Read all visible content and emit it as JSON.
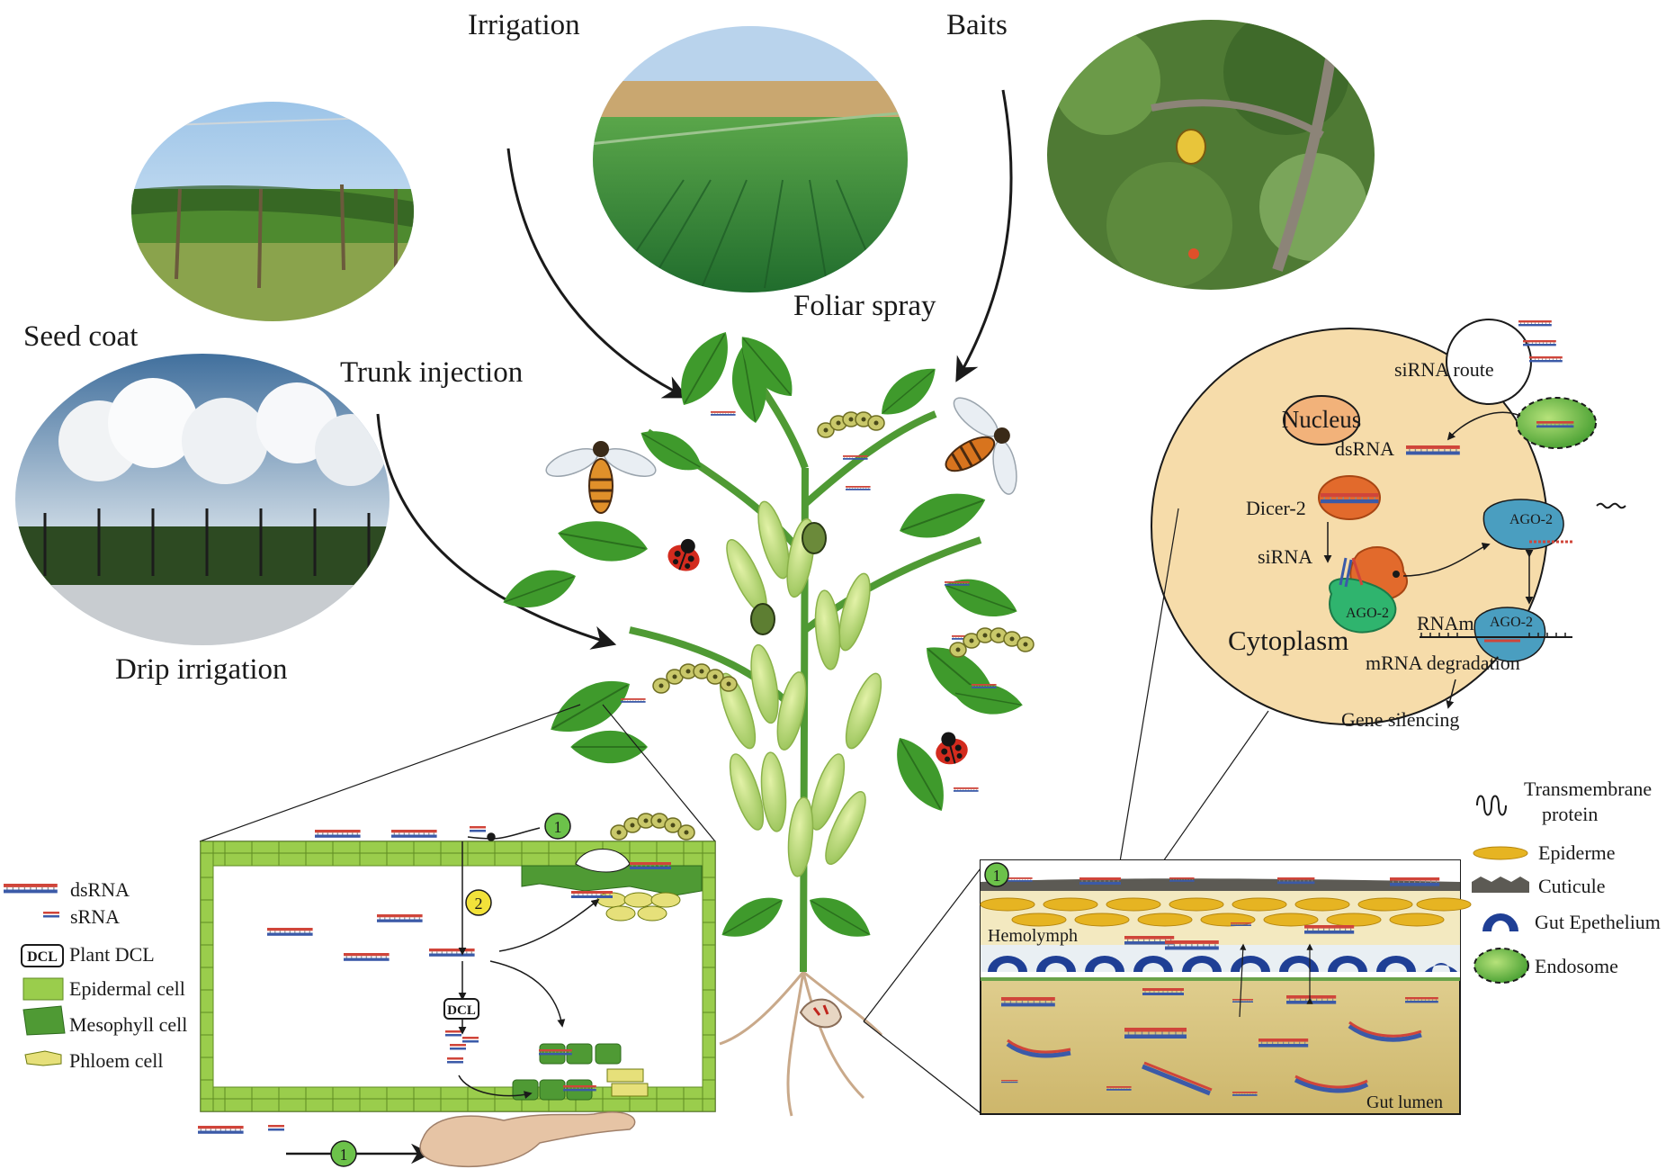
{
  "methods": {
    "irrigation": "Irrigation",
    "baits": "Baits",
    "seed_coat": "Seed coat",
    "trunk_injection": "Trunk injection",
    "foliar_spray": "Foliar spray",
    "drip_irrigation": "Drip irrigation"
  },
  "cell": {
    "sirna_route": "siRNA route",
    "nucleus": "Nucleus",
    "dsrna": "dsRNA",
    "dicer2": "Dicer-2",
    "sirna": "siRNA",
    "ago2_a": "AGO-2",
    "ago2_b": "AGO-2",
    "ago2_c": "AGO-2",
    "rnam": "RNAm",
    "cytoplasm": "Cytoplasm",
    "mrna_degradation": "mRNA degradation",
    "gene_silencing": "Gene silencing"
  },
  "leaf_legend": {
    "dsrna": "dsRNA",
    "srna": "sRNA",
    "dcl_badge": "DCL",
    "plant_dcl": "Plant DCL",
    "epidermal": "Epidermal cell",
    "mesophyll": "Mesophyll cell",
    "phloem": "Phloem cell"
  },
  "leaf_steps": {
    "one_a": "1",
    "two": "2",
    "one_b": "1",
    "dcl": "DCL"
  },
  "gut_legend": {
    "transmembrane_l1": "Transmembrane",
    "transmembrane_l2": "protein",
    "epiderme": "Epiderme",
    "cuticule": "Cuticule",
    "gut_epithelium": "Gut Epethelium",
    "endosome": "Endosome"
  },
  "gut": {
    "step": "1",
    "hemolymph": "Hemolymph",
    "gut_lumen": "Gut lumen"
  },
  "colors": {
    "leaf_green": "#3f9a2c",
    "epidermal_green": "#9acd4c",
    "cell_bg": "#f6dcaa",
    "epiderme_yellow": "#e6b422",
    "gut_blue": "#1f3f95",
    "ago_teal": "#3aa0b5",
    "dicer_orange": "#e26a2c",
    "step_green": "#6cc24a",
    "step_yellow": "#f2e23a"
  }
}
